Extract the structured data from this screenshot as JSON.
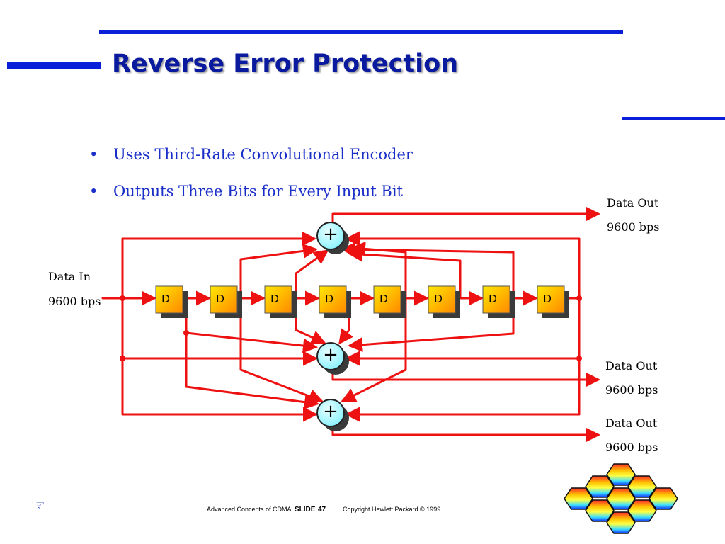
{
  "slide": {
    "title": "Reverse Error Protection",
    "bullets": [
      "Uses Third-Rate Convolutional Encoder",
      "Outputs Three Bits for Every Input Bit"
    ]
  },
  "diagram": {
    "input": {
      "label": "Data In",
      "rate": "9600 bps"
    },
    "delay_label": "D",
    "delay_count": 8,
    "adder_symbol": "+",
    "outputs": [
      {
        "label": "Data Out",
        "rate": "9600 bps"
      },
      {
        "label": "Data Out",
        "rate": "9600 bps"
      },
      {
        "label": "Data Out",
        "rate": "9600 bps"
      }
    ]
  },
  "footer": {
    "course": "Advanced Concepts of CDMA",
    "slide_label": "SLIDE",
    "slide_number": "47",
    "copyright": "Copyright Hewlett Packard © 1999"
  },
  "icons": {
    "nav": "hand-pointer-icon",
    "logo": "hexagon-cluster-logo"
  },
  "colors": {
    "accent_blue": "#0a1fd8",
    "title_blue": "#0a1a9e",
    "bullet_blue": "#1a2ec8",
    "wire_red": "#ee1111",
    "delay_fill": "#ffb000",
    "adder_fill": "#99f6ff"
  }
}
